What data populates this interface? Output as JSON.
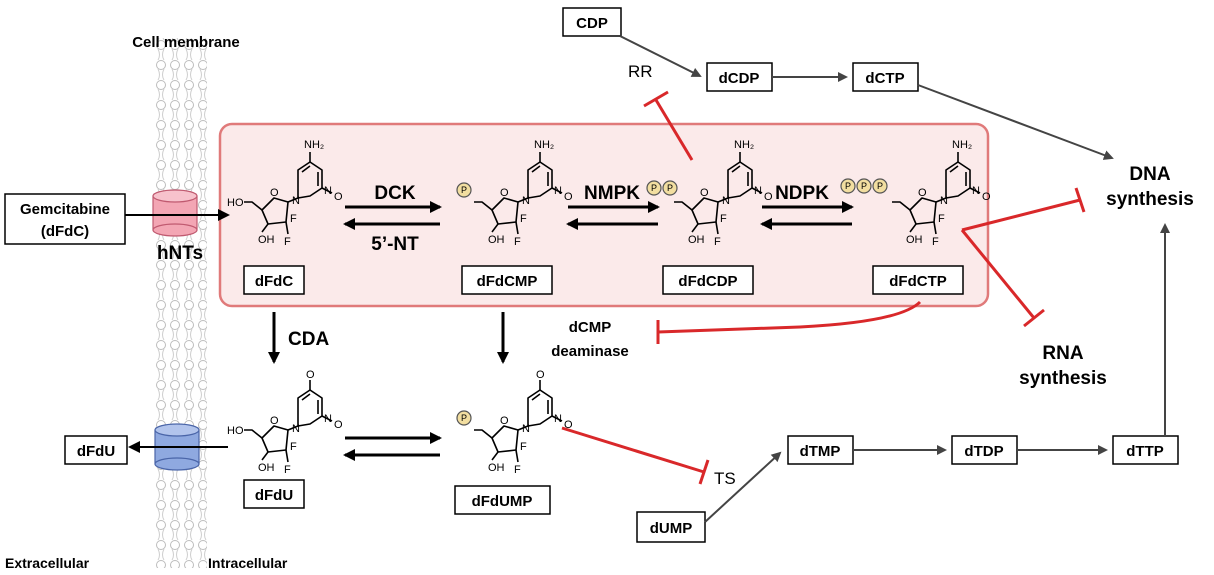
{
  "labels": {
    "cell_membrane": "Cell membrane",
    "extracellular": "Extracellular",
    "intracellular": "Intracellular",
    "transporter": "hNTs",
    "gemcitabine_line1": "Gemcitabine",
    "gemcitabine_line2": "(dFdC)",
    "dna_line1": "DNA",
    "dna_line2": "synthesis",
    "rna_line1": "RNA",
    "rna_line2": "synthesis"
  },
  "metabolites": {
    "dfdc": "dFdC",
    "dfdcmp": "dFdCMP",
    "dfdcdp": "dFdCDP",
    "dfdctp": "dFdCTP",
    "dfdu_inside": "dFdU",
    "dfdu_outside": "dFdU",
    "dfdump": "dFdUMP",
    "cdp": "CDP",
    "dcdp": "dCDP",
    "dctp": "dCTP",
    "dtmp": "dTMP",
    "dtdp": "dTDP",
    "dttp": "dTTP",
    "dump": "dUMP"
  },
  "enzymes": {
    "dck": "DCK",
    "nt5": "5’-NT",
    "nmpk": "NMPK",
    "ndpk": "NDPK",
    "cda": "CDA",
    "dcmp_line1": "dCMP",
    "dcmp_line2": "deaminase",
    "rr": "RR",
    "ts": "TS"
  },
  "atoms": {
    "nh2": "NH₂",
    "n": "N",
    "o": "O",
    "ho": "HO",
    "oh": "OH",
    "f": "F",
    "p": "P"
  },
  "colors": {
    "highlight_box_fill": "#fbeaea",
    "highlight_box_stroke": "#e07a7a",
    "inhibition": "#d9282a",
    "transporter_in": "#f3a6b4",
    "transporter_out": "#8fa9e0"
  }
}
